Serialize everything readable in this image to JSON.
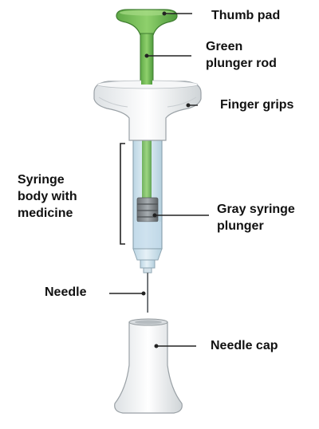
{
  "labels": {
    "thumb_pad": "Thumb pad",
    "plunger_rod": [
      "Green",
      "plunger rod"
    ],
    "finger_grips": "Finger grips",
    "syringe_body": [
      "Syringe",
      "body with",
      "medicine"
    ],
    "gray_plunger": [
      "Gray syringe",
      "plunger"
    ],
    "needle": "Needle",
    "needle_cap": "Needle cap"
  },
  "colors": {
    "plunger_green": "#7bbf5a",
    "plunger_green_dark": "#4e9a3c",
    "body_blue": "#cfe3ee",
    "outline": "#9aa1a6",
    "leader": "#222222",
    "label_text": "#111111"
  }
}
